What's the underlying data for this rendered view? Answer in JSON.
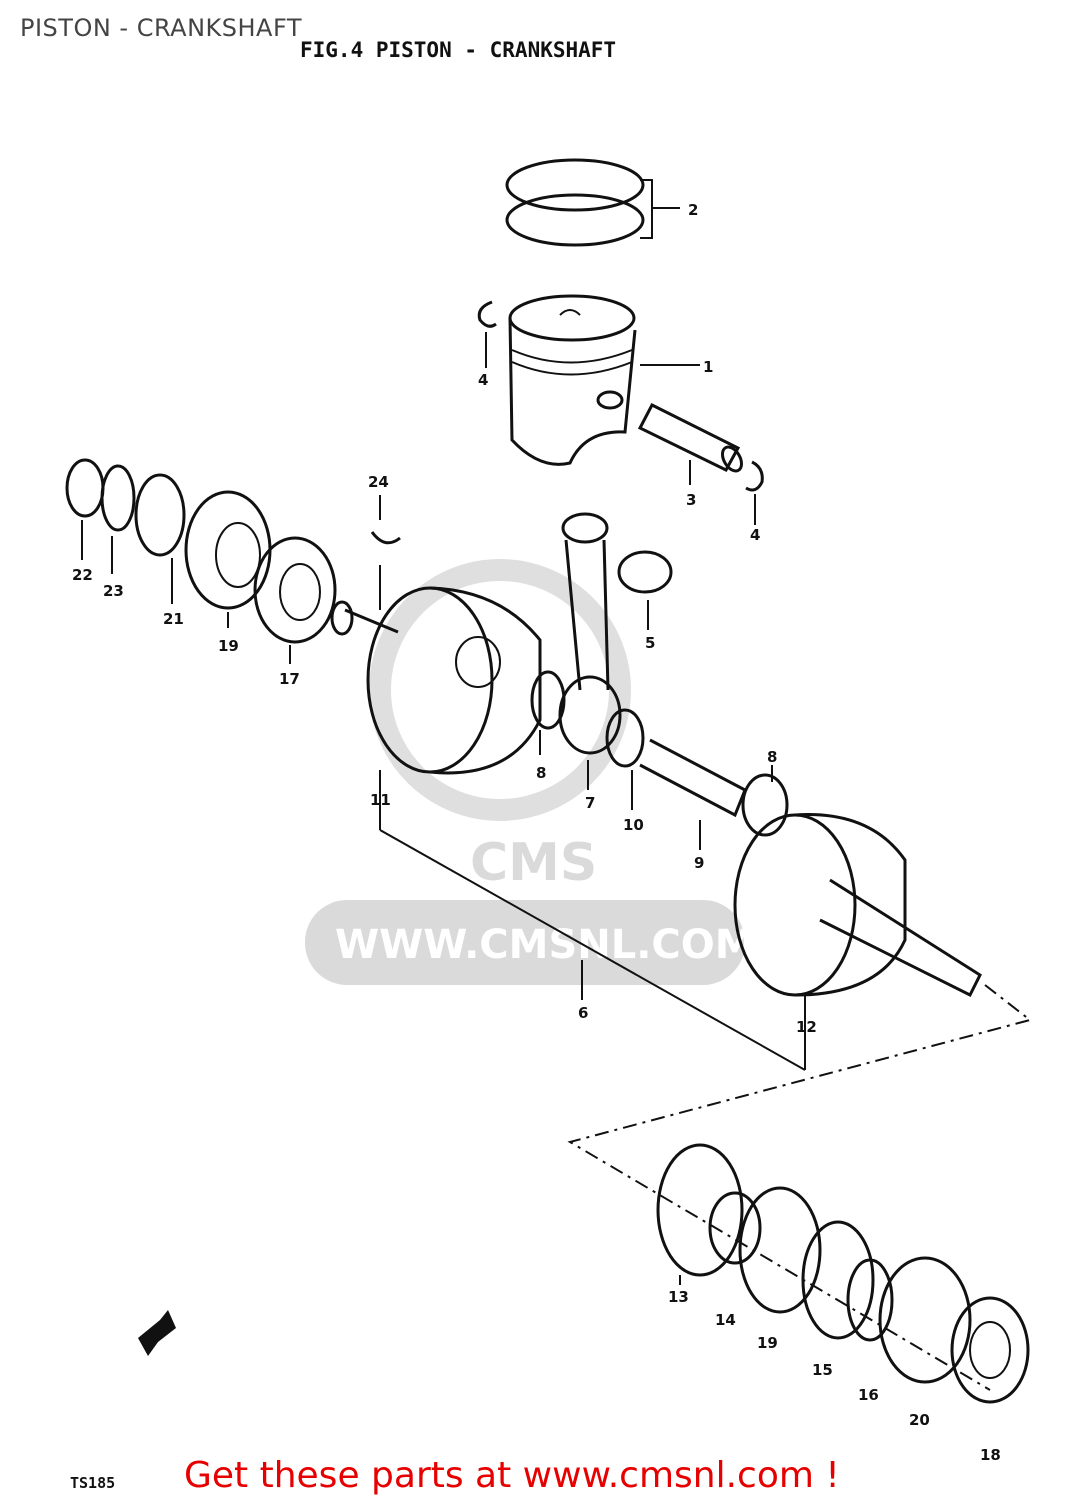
{
  "header": {
    "page_title": "PISTON - CRANKSHAFT",
    "figure_title": "FIG.4  PISTON - CRANKSHAFT"
  },
  "watermark": {
    "logo": "CMS",
    "url": "WWW.CMSNL.COM"
  },
  "diagram": {
    "callouts": [
      "1",
      "2",
      "3",
      "4",
      "4",
      "5",
      "6",
      "7",
      "8",
      "8",
      "9",
      "10",
      "11",
      "12",
      "13",
      "14",
      "15",
      "16",
      "17",
      "18",
      "19",
      "19",
      "20",
      "21",
      "22",
      "23",
      "24"
    ],
    "labels": {
      "l1": "1",
      "l2": "2",
      "l3": "3",
      "l4a": "4",
      "l4b": "4",
      "l5": "5",
      "l6": "6",
      "l7": "7",
      "l8a": "8",
      "l8b": "8",
      "l9": "9",
      "l10": "10",
      "l11": "11",
      "l12": "12",
      "l13": "13",
      "l14": "14",
      "l15": "15",
      "l16": "16",
      "l17": "17",
      "l18": "18",
      "l19a": "19",
      "l19b": "19",
      "l20": "20",
      "l21": "21",
      "l22": "22",
      "l23": "23",
      "l24": "24"
    }
  },
  "footer": {
    "model_code": "TS185",
    "link_text": "Get these parts at www.cmsnl.com !"
  },
  "colors": {
    "ink": "#111111",
    "link": "#e60000",
    "watermark": "#d7d7d7",
    "title_gray": "#444444"
  }
}
